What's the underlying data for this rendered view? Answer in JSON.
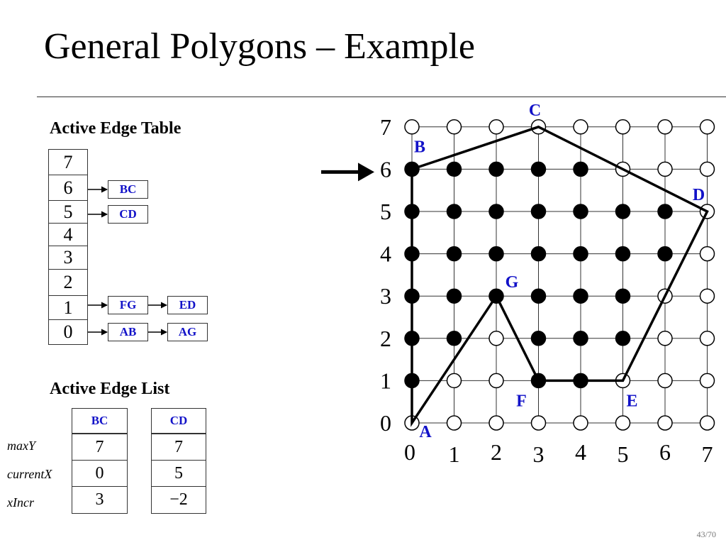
{
  "title": "General Polygons – Example",
  "page_number": "43/70",
  "aet": {
    "heading": "Active Edge Table",
    "rows": [
      "7",
      "6",
      "5",
      "4",
      "3",
      "2",
      "1",
      "0"
    ],
    "edges": {
      "row6": [
        "BC"
      ],
      "row5": [
        "CD"
      ],
      "row1": [
        "FG",
        "ED"
      ],
      "row0": [
        "AB",
        "AG"
      ]
    }
  },
  "ael": {
    "heading": "Active Edge List",
    "row_labels": [
      "maxY",
      "currentX",
      "xIncr"
    ],
    "columns": [
      {
        "edge": "BC",
        "values": [
          "7",
          "0",
          "3"
        ]
      },
      {
        "edge": "CD",
        "values": [
          "7",
          "5",
          "−2"
        ]
      }
    ]
  },
  "grid": {
    "x_ticks": [
      "0",
      "1",
      "2",
      "3",
      "4",
      "5",
      "6",
      "7"
    ],
    "y_ticks": [
      "0",
      "1",
      "2",
      "3",
      "4",
      "5",
      "6",
      "7"
    ],
    "current_scanline": 6,
    "vertices": [
      {
        "label": "A",
        "x": 0,
        "y": 0
      },
      {
        "label": "B",
        "x": 0,
        "y": 6
      },
      {
        "label": "C",
        "x": 3,
        "y": 7
      },
      {
        "label": "D",
        "x": 7,
        "y": 5
      },
      {
        "label": "E",
        "x": 5,
        "y": 1
      },
      {
        "label": "F",
        "x": 3,
        "y": 1
      },
      {
        "label": "G",
        "x": 2,
        "y": 3
      }
    ],
    "filled_points": [
      [
        0,
        6
      ],
      [
        1,
        6
      ],
      [
        2,
        6
      ],
      [
        3,
        6
      ],
      [
        4,
        6
      ],
      [
        0,
        5
      ],
      [
        1,
        5
      ],
      [
        2,
        5
      ],
      [
        3,
        5
      ],
      [
        4,
        5
      ],
      [
        5,
        5
      ],
      [
        6,
        5
      ],
      [
        0,
        4
      ],
      [
        1,
        4
      ],
      [
        2,
        4
      ],
      [
        3,
        4
      ],
      [
        4,
        4
      ],
      [
        5,
        4
      ],
      [
        6,
        4
      ],
      [
        0,
        3
      ],
      [
        1,
        3
      ],
      [
        2,
        3
      ],
      [
        3,
        3
      ],
      [
        4,
        3
      ],
      [
        5,
        3
      ],
      [
        0,
        2
      ],
      [
        1,
        2
      ],
      [
        3,
        2
      ],
      [
        4,
        2
      ],
      [
        5,
        2
      ],
      [
        0,
        1
      ],
      [
        3,
        1
      ],
      [
        4,
        1
      ]
    ],
    "label_color": "#1212c8"
  }
}
